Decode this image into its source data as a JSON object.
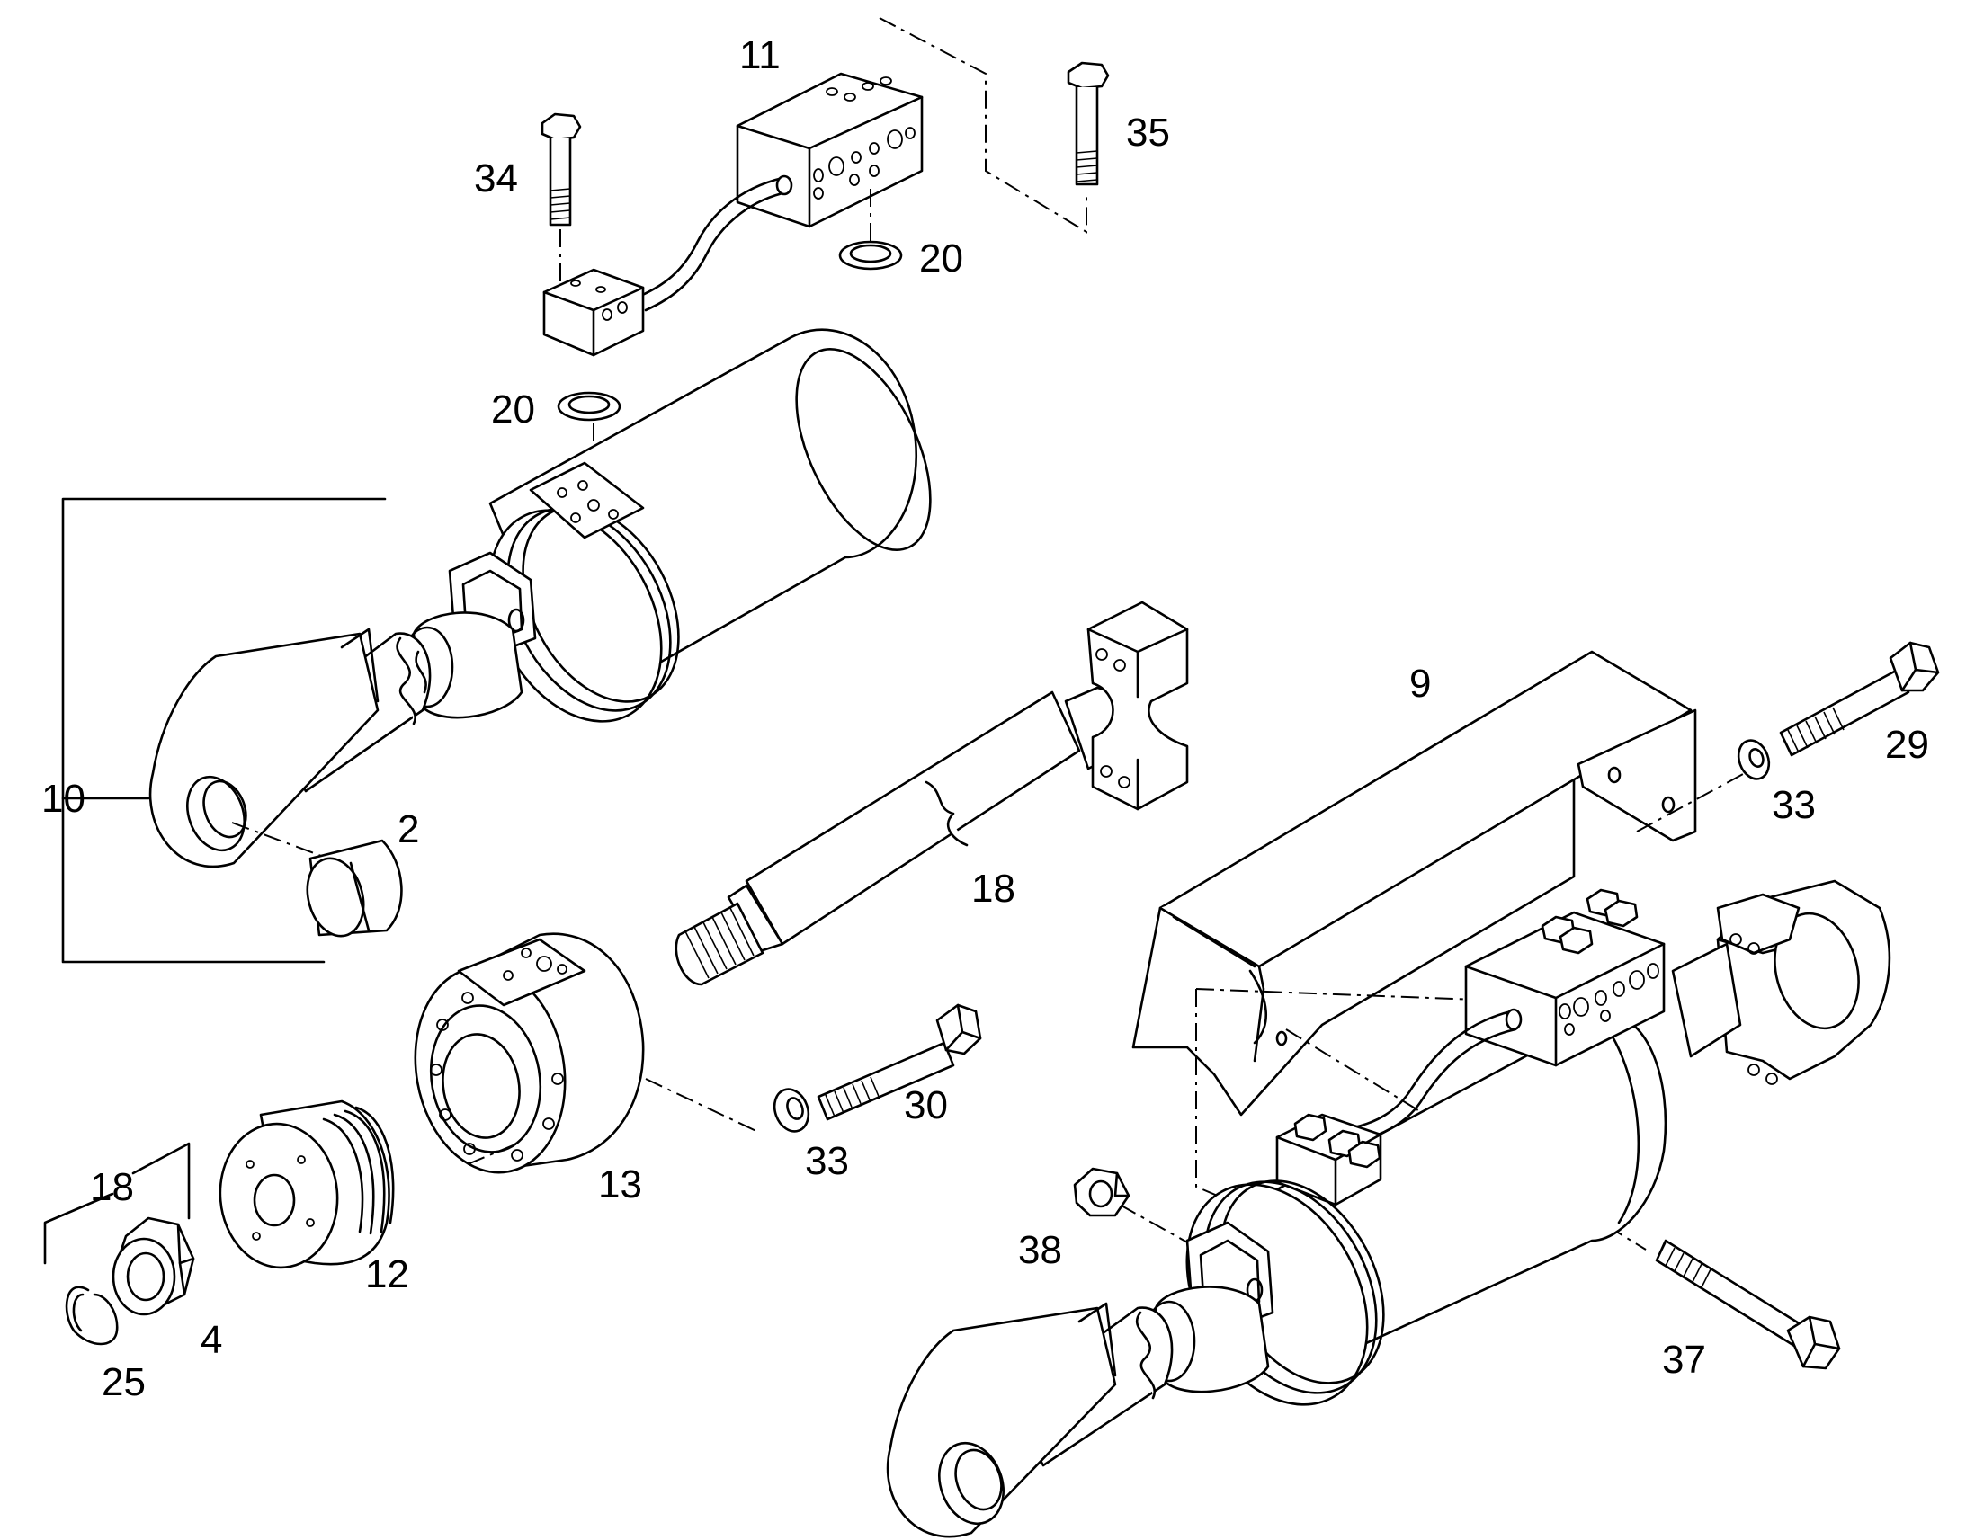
{
  "diagram": {
    "callouts": {
      "c11": "11",
      "c35": "35",
      "c34": "34",
      "c20a": "20",
      "c20b": "20",
      "c10": "10",
      "c2": "2",
      "c9": "9",
      "c29": "29",
      "c33a": "33",
      "c18a": "18",
      "c30": "30",
      "c33b": "33",
      "c13": "13",
      "c18b": "18",
      "c12": "12",
      "c38": "38",
      "c4": "4",
      "c25": "25",
      "c37": "37"
    }
  }
}
